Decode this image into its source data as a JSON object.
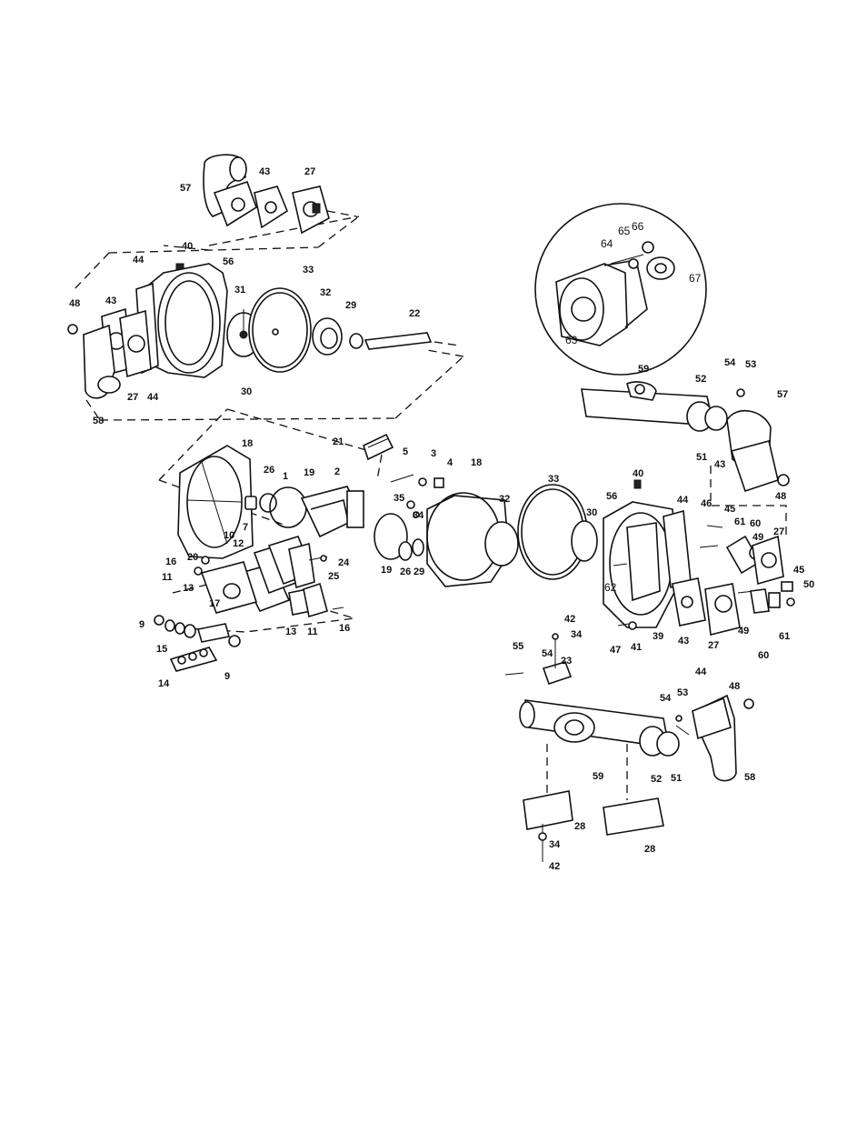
{
  "title": "",
  "callouts": {
    "n57a": "57",
    "n43a": "43",
    "n27a": "27",
    "n40a": "40",
    "n44a": "44",
    "n56a": "56",
    "n33a": "33",
    "n31": "31",
    "n32a": "32",
    "n29a": "29",
    "n22": "22",
    "n48a": "48",
    "n43b": "43",
    "n27b": "27",
    "n44b": "44",
    "n30a": "30",
    "n58a": "58",
    "n66": "66",
    "n65": "65",
    "n64": "64",
    "n67": "67",
    "n63": "63",
    "n59a": "59",
    "n52a": "52",
    "n54a": "54",
    "n53a": "53",
    "n57b": "57",
    "n51a": "51",
    "n43c": "43",
    "n48b": "48",
    "n18a": "18",
    "n21": "21",
    "n5": "5",
    "n3": "3",
    "n4": "4",
    "n18b": "18",
    "n33b": "33",
    "n26a": "26",
    "n1": "1",
    "n19a": "19",
    "n2": "2",
    "n35": "35",
    "n34a": "34",
    "n32b": "32",
    "n30b": "30",
    "n40b": "40",
    "n56b": "56",
    "n44c": "44",
    "n46": "46",
    "n45a": "45",
    "n61a": "61",
    "n60a": "60",
    "n49a": "49",
    "n27c": "27",
    "n20": "20",
    "n10": "10",
    "n7": "7",
    "n12": "12",
    "n16a": "16",
    "n11a": "11",
    "n13a": "13",
    "n17": "17",
    "n24": "24",
    "n25": "25",
    "n19b": "19",
    "n26b": "26",
    "n29b": "29",
    "n62": "62",
    "n39": "39",
    "n43d": "43",
    "n27d": "27",
    "n49b": "49",
    "n60b": "60",
    "n61b": "61",
    "n45b": "45",
    "n50": "50",
    "n41": "41",
    "n47": "47",
    "n9a": "9",
    "n15": "15",
    "n13b": "13",
    "n11b": "11",
    "n16b": "16",
    "n9b": "9",
    "n14": "14",
    "n42a": "42",
    "n34b": "34",
    "n55": "55",
    "n54b": "54",
    "n23": "23",
    "n44d": "44",
    "n53b": "53",
    "n54c": "54",
    "n48c": "48",
    "n59b": "59",
    "n52b": "52",
    "n51b": "51",
    "n58b": "58",
    "n28a": "28",
    "n34c": "34",
    "n42b": "42",
    "n28b": "28"
  }
}
